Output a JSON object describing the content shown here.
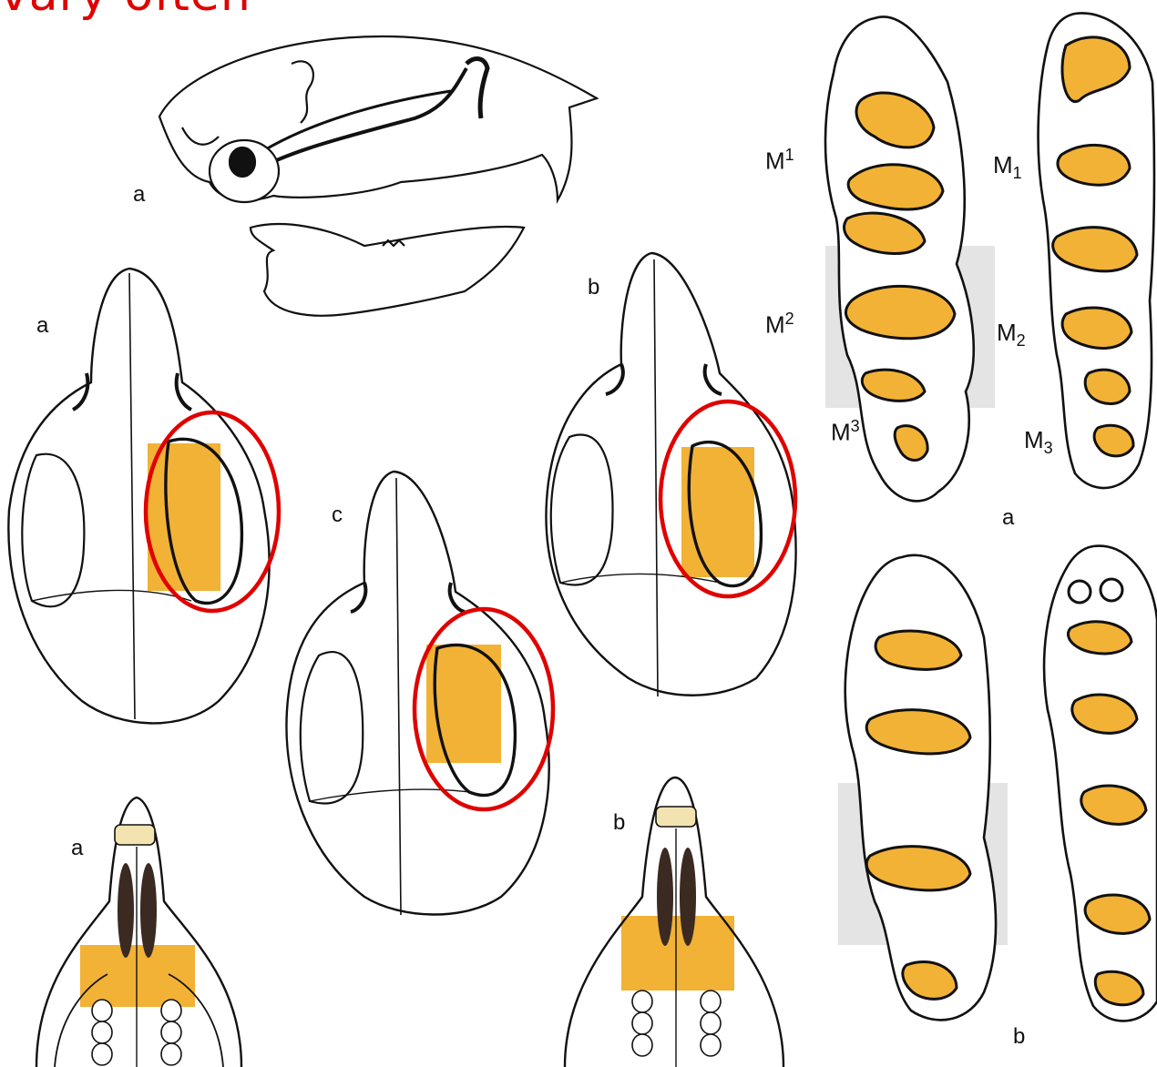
{
  "title": "vary often",
  "colors": {
    "title": "#e00000",
    "highlight": "#f2b236",
    "circle": "#e00000",
    "outline": "#111111",
    "shade": "#e4e4e4"
  },
  "icons": [
    "lateral-skull-drawing",
    "dorsal-skull-drawing",
    "palate-drawing",
    "molar-row-drawing"
  ],
  "labels": {
    "lateral_skull": "a",
    "dorsal_a": "a",
    "dorsal_b": "b",
    "dorsal_c": "c",
    "palate_a": "a",
    "palate_b": "b",
    "molars_a": "a",
    "molars_b": "b"
  },
  "teeth": {
    "upper_first": {
      "base": "M",
      "index": "1"
    },
    "upper_second": {
      "base": "M",
      "index": "2"
    },
    "upper_third": {
      "base": "M",
      "index": "3"
    },
    "lower_first": {
      "base": "M",
      "index": "1"
    },
    "lower_second": {
      "base": "M",
      "index": "2"
    },
    "lower_third": {
      "base": "M",
      "index": "3"
    }
  }
}
